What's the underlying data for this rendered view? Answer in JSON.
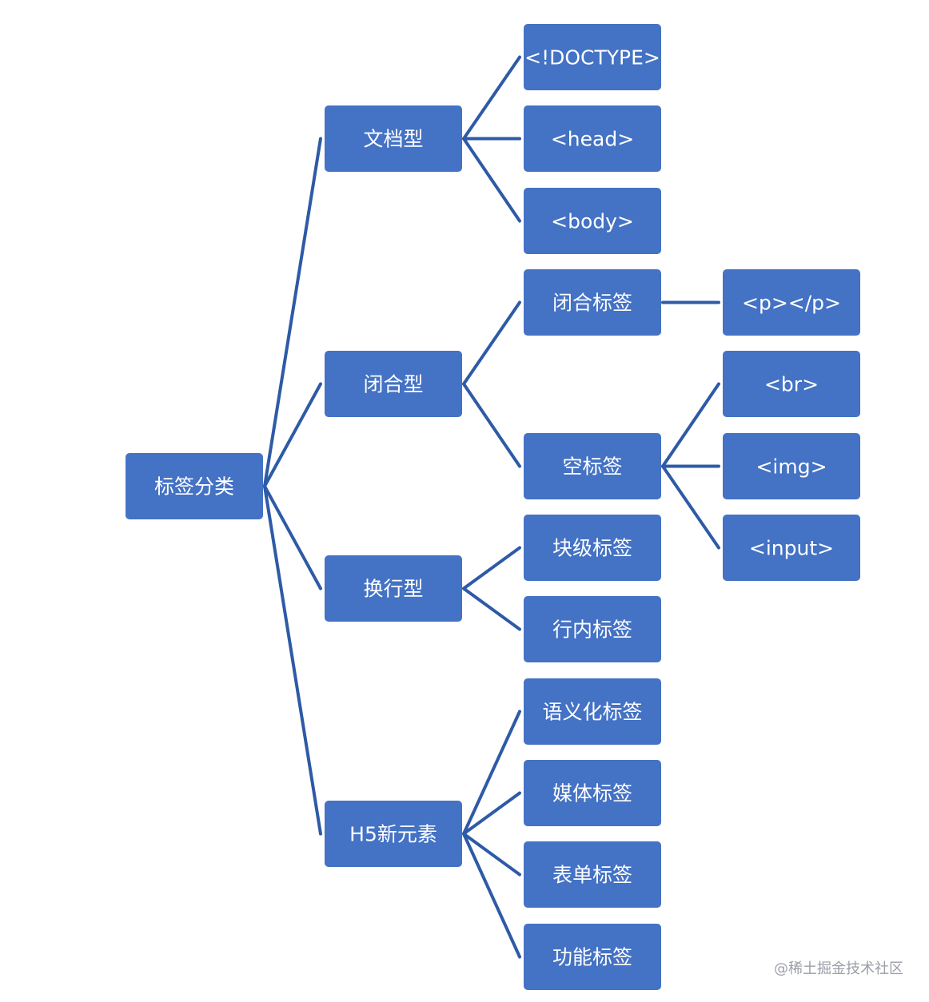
{
  "colors": {
    "node_fill": "#4472c4",
    "edge": "#2e5aa6",
    "label": "#ffffff",
    "watermark": "#9a9ea6"
  },
  "tree": {
    "root": "标签分类",
    "groups": [
      {
        "label": "文档型",
        "children": [
          {
            "label": "<!DOCTYPE>"
          },
          {
            "label": "<head>"
          },
          {
            "label": "<body>"
          }
        ]
      },
      {
        "label": "闭合型",
        "children": [
          {
            "label": "闭合标签",
            "children": [
              {
                "label": "<p></p>"
              }
            ]
          },
          {
            "label": "空标签",
            "children": [
              {
                "label": "<br>"
              },
              {
                "label": "<img>"
              },
              {
                "label": "<input>"
              }
            ]
          }
        ]
      },
      {
        "label": "换行型",
        "children": [
          {
            "label": "块级标签"
          },
          {
            "label": "行内标签"
          }
        ]
      },
      {
        "label": "H5新元素",
        "children": [
          {
            "label": "语义化标签"
          },
          {
            "label": "媒体标签"
          },
          {
            "label": "表单标签"
          },
          {
            "label": "功能标签"
          }
        ]
      }
    ]
  },
  "watermark": "@稀土掘金技术社区"
}
